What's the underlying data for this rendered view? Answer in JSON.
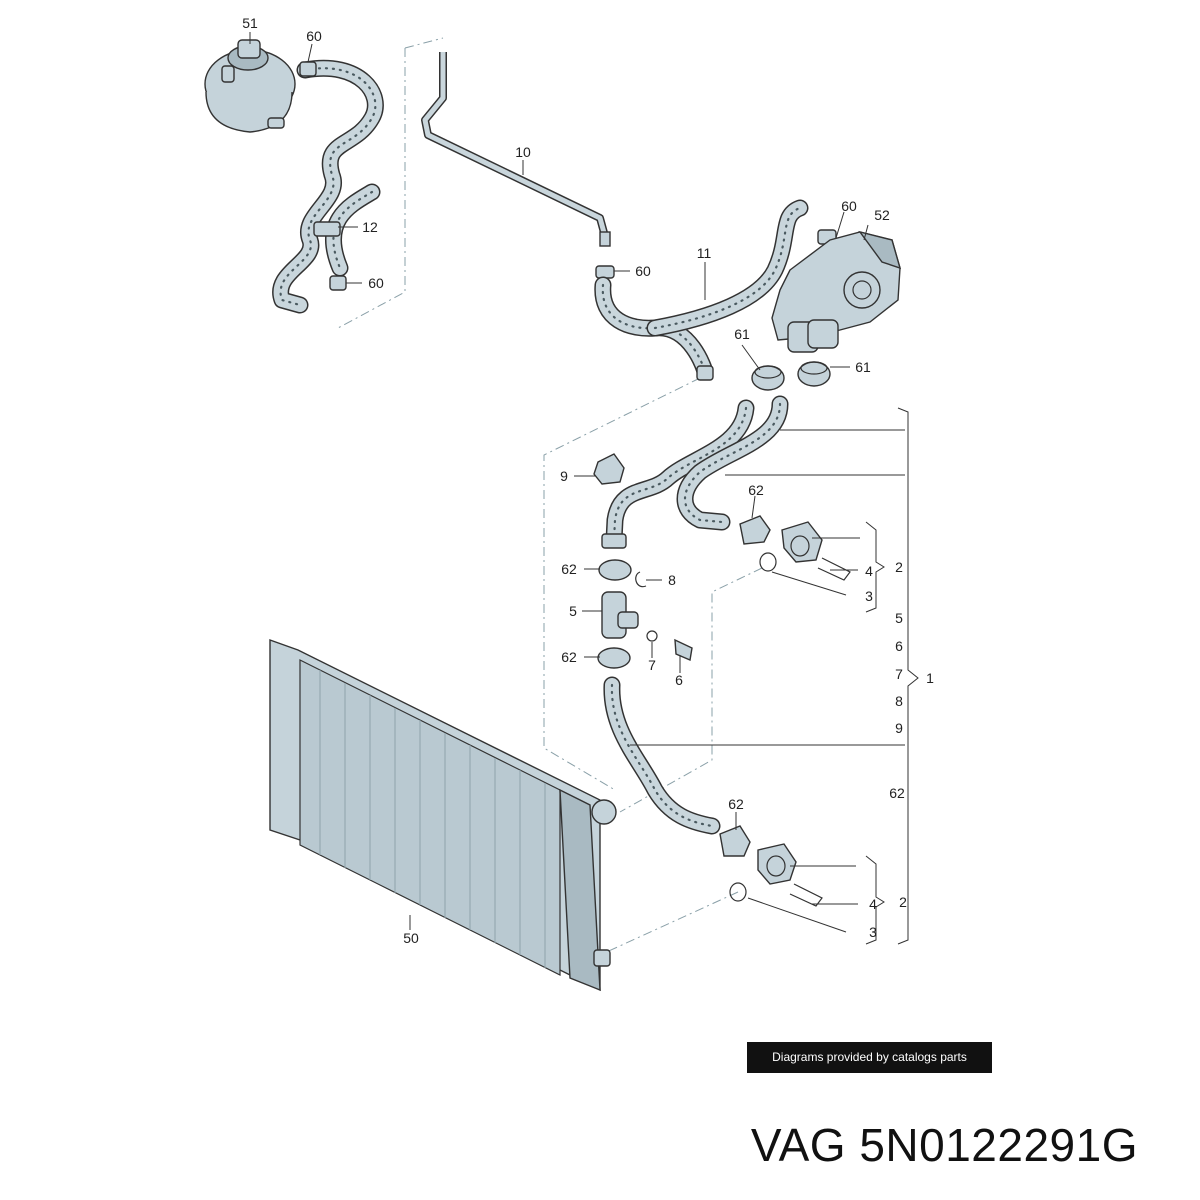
{
  "callouts": {
    "c51": "51",
    "c60a": "60",
    "c10": "10",
    "c12": "12",
    "c60b": "60",
    "c60c": "60",
    "c11": "11",
    "c60d": "60",
    "c52": "52",
    "c61a": "61",
    "c61b": "61",
    "c9": "9",
    "c62a": "62",
    "c62b": "62",
    "c8": "8",
    "c5": "5",
    "c62c": "62",
    "c7": "7",
    "c6": "6",
    "c4a": "4",
    "c2a": "2",
    "c3a": "3",
    "r5": "5",
    "r6": "6",
    "r7": "7",
    "r8": "8",
    "r9": "9",
    "r1": "1",
    "r62": "62",
    "c62d": "62",
    "c4b": "4",
    "c2b": "2",
    "c3b": "3",
    "c50": "50"
  },
  "credit": "Diagrams provided by catalogs parts",
  "part_number": "VAG 5N0122291G",
  "colors": {
    "part_fill": "#c5d3da",
    "line": "#333333",
    "credit_bg": "#111111"
  }
}
